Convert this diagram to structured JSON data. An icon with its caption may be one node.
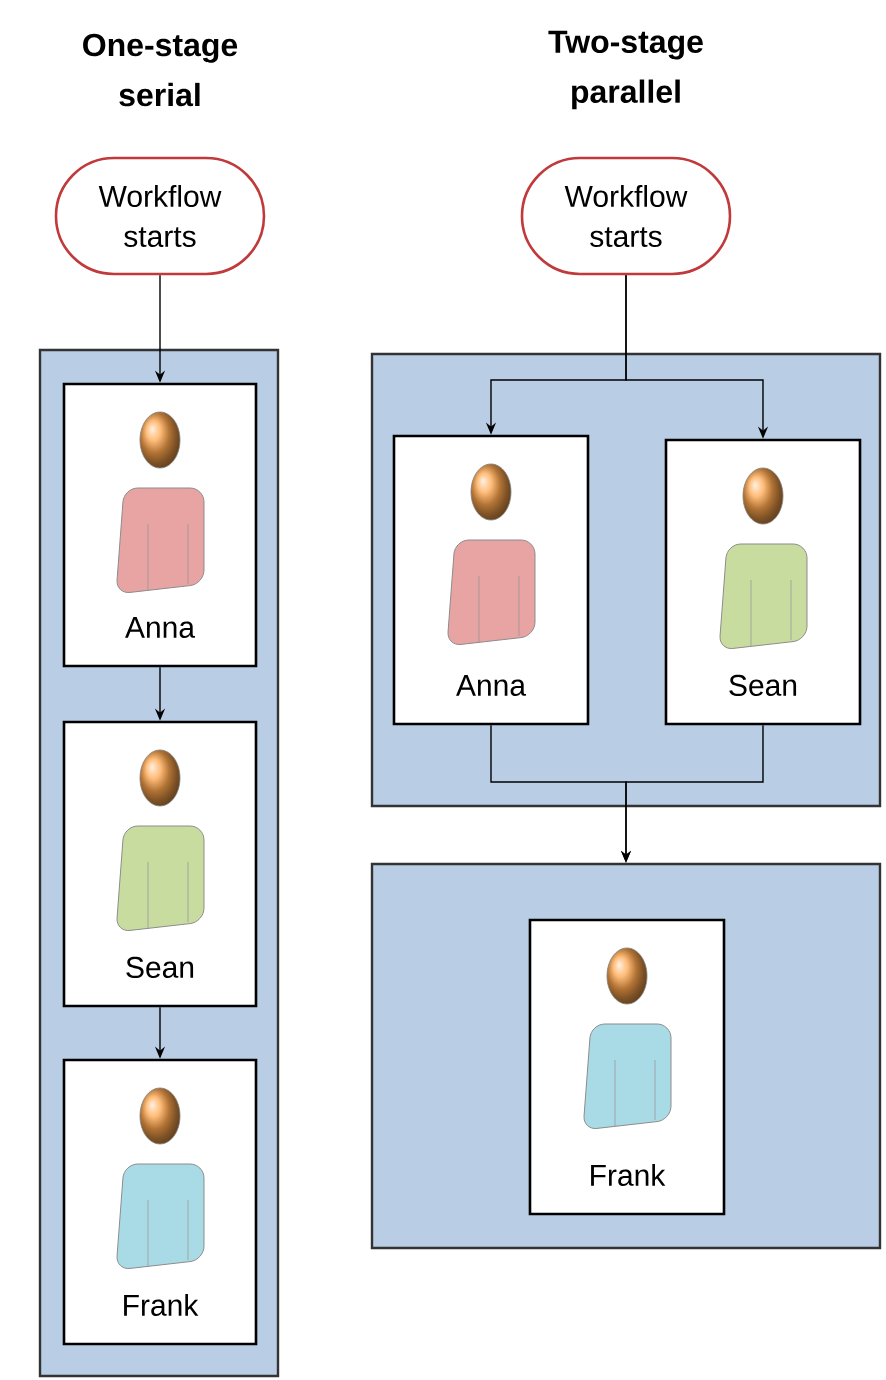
{
  "diagram": {
    "nodes": [
      {
        "text": [
          "Workflow starts"
        ]
      },
      {
        "text": [],
        "shape": "box"
      },
      {
        "text": [
          "Anna"
        ],
        "in": 1
      },
      {
        "text": [
          "Sean"
        ],
        "in": 1
      },
      {
        "text": [
          "Frank"
        ],
        "in": 1
      },
      {
        "text": [
          "Workflow starts"
        ]
      },
      {
        "text": [],
        "shape": "box"
      },
      {
        "text": [
          "Anna"
        ],
        "in": 6
      },
      {
        "text": [
          "Sean"
        ],
        "in": 6
      },
      {
        "text": [],
        "shape": "box"
      },
      {
        "text": [
          "Frank"
        ],
        "in": 9
      }
    ],
    "edges": [
      {
        "from": 0,
        "to": 2,
        "arrow": "to"
      },
      {
        "from": 2,
        "to": 3,
        "arrow": "to"
      },
      {
        "from": 3,
        "to": 4,
        "arrow": "to"
      },
      {
        "from": 5,
        "to": 7,
        "arrow": "to"
      },
      {
        "from": 5,
        "to": 8,
        "arrow": "to"
      },
      {
        "from": 7,
        "to": 9,
        "arrow": "to"
      },
      {
        "from": 8,
        "to": 9,
        "arrow": "to"
      }
    ],
    "labels": [
      "One-stage serial",
      "Two-stage parallel"
    ]
  }
}
